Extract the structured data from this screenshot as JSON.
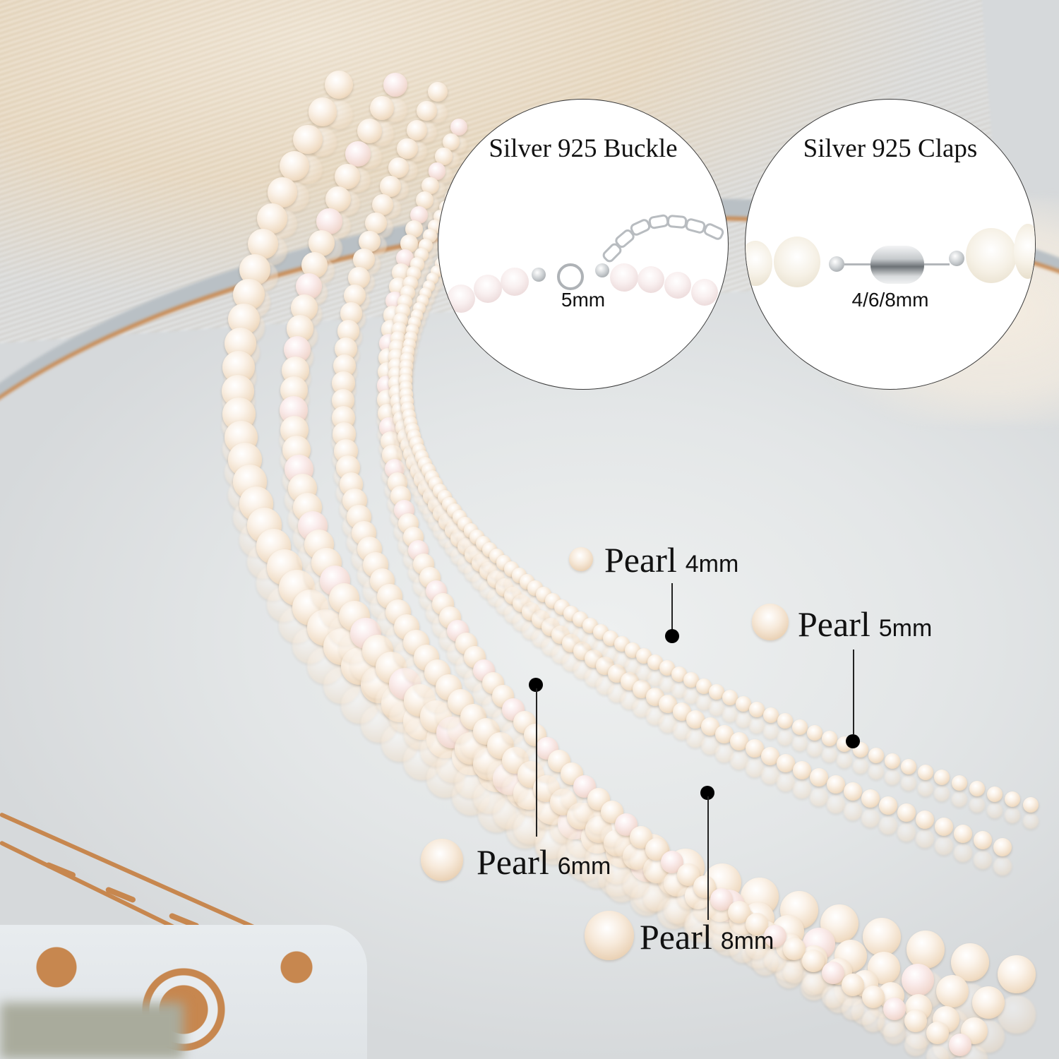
{
  "detail_circles": [
    {
      "title": "Silver 925 Buckle",
      "size": "5mm",
      "component": "spring-ring-clasp-with-extender-chain"
    },
    {
      "title": "Silver 925 Claps",
      "size": "4/6/8mm",
      "component": "barrel-clasp"
    }
  ],
  "pearl_labels": [
    {
      "name": "Pearl",
      "size": "4mm"
    },
    {
      "name": "Pearl",
      "size": "5mm"
    },
    {
      "name": "Pearl",
      "size": "6mm"
    },
    {
      "name": "Pearl",
      "size": "8mm"
    }
  ],
  "colors": {
    "pearl": "#f6eadb",
    "frame_gold": "#c7874f",
    "mirror": "#e3e6e7",
    "silver": "#b8bcc0",
    "text": "#111111"
  }
}
